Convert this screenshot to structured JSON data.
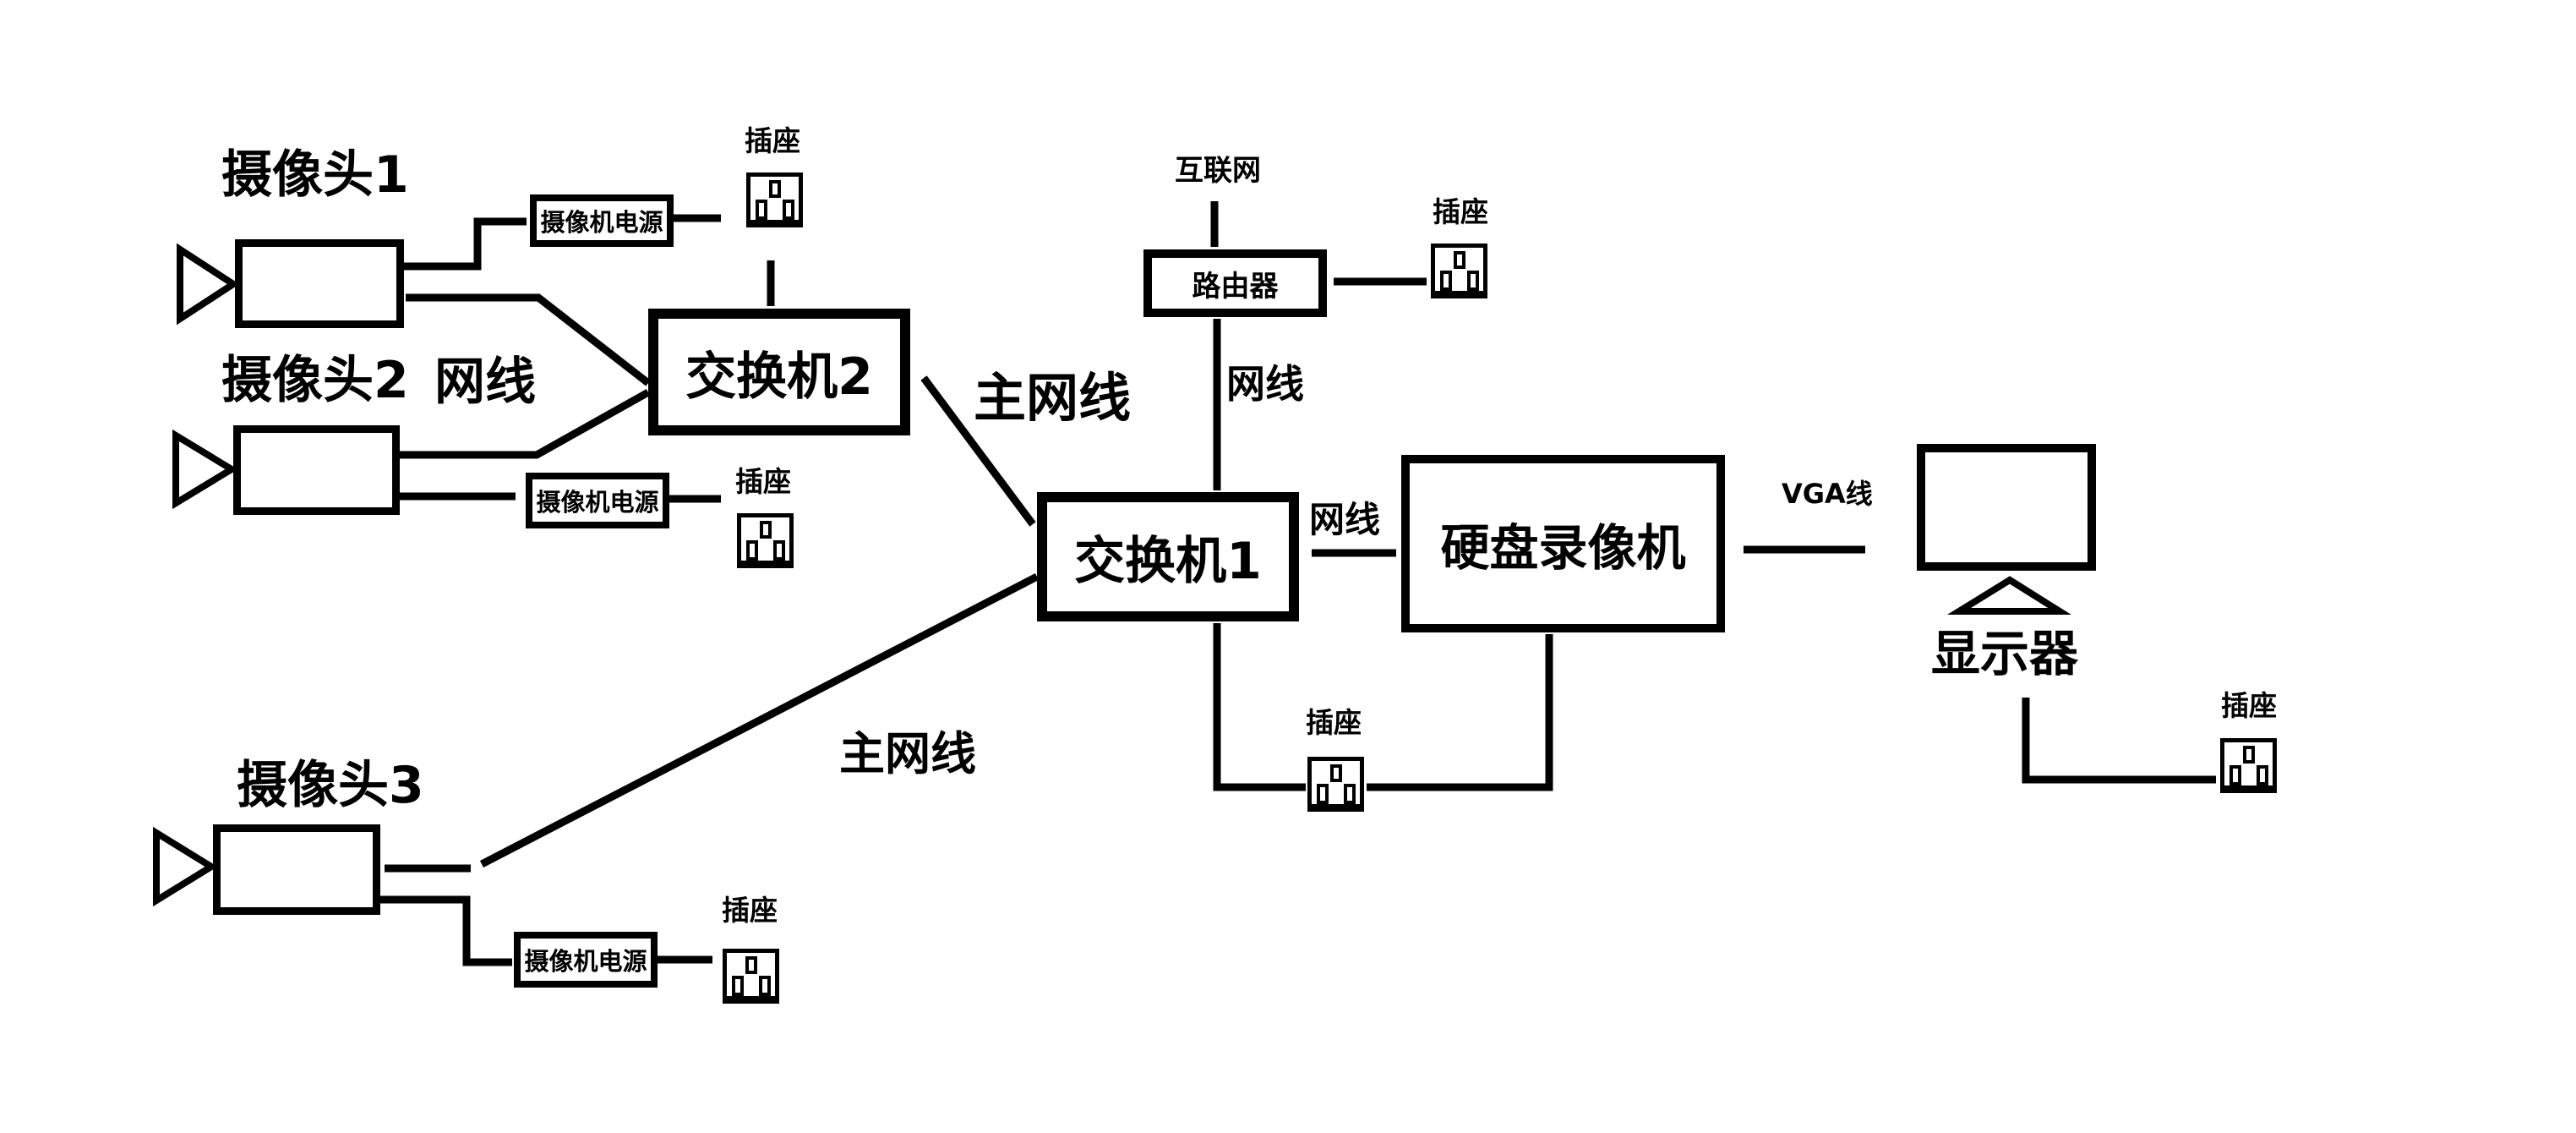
{
  "nodes": {
    "camera1": {
      "label": "摄像头1"
    },
    "camera2": {
      "label": "摄像头2"
    },
    "camera3": {
      "label": "摄像头3"
    },
    "camera_power": {
      "label": "摄像机电源"
    },
    "socket": {
      "label": "插座"
    },
    "switch2": {
      "label": "交换机2"
    },
    "switch1": {
      "label": "交换机1"
    },
    "router": {
      "label": "路由器"
    },
    "internet": {
      "label": "互联网"
    },
    "dvr": {
      "label": "硬盘录像机"
    },
    "monitor": {
      "label": "显示器"
    }
  },
  "cables": {
    "lan": {
      "label": "网线"
    },
    "main": {
      "label": "主网线"
    },
    "vga": {
      "label": "VGA线"
    }
  },
  "colors": {
    "ink": "#000000",
    "background": "#ffffff"
  }
}
